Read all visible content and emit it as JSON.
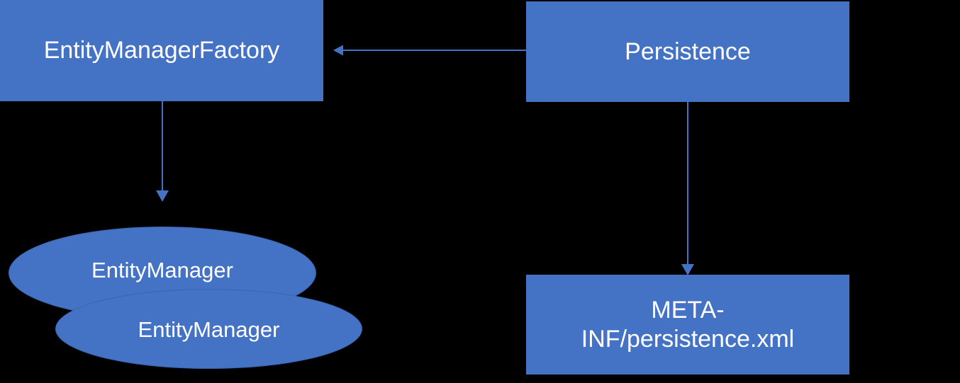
{
  "diagram": {
    "title": "JPA Persistence Bootstrap Diagram",
    "background_color": "#000000",
    "shape_fill_color": "#4472C4",
    "shape_text_color": "#FFFFFF",
    "connector_color": "#4472C4",
    "ellipse_outline_color": "#3A63AC"
  },
  "nodes": {
    "entity_manager_factory": {
      "label": "EntityManagerFactory",
      "shape": "rectangle"
    },
    "persistence": {
      "label": "Persistence",
      "shape": "rectangle"
    },
    "persistence_xml": {
      "label": "META-\nINF/persistence.xml",
      "shape": "rectangle"
    },
    "entity_manager_1": {
      "label": "EntityManager",
      "shape": "ellipse"
    },
    "entity_manager_2": {
      "label": "EntityManager",
      "shape": "ellipse"
    }
  },
  "connectors": [
    {
      "name": "persistence-to-entity-manager-factory",
      "from": "persistence",
      "to": "entity_manager_factory",
      "direction": "left",
      "style": "solid-arrow"
    },
    {
      "name": "entity-manager-factory-to-entity-manager",
      "from": "entity_manager_factory",
      "to": "entity_manager_1",
      "direction": "down",
      "style": "solid-arrow"
    },
    {
      "name": "persistence-to-persistence-xml",
      "from": "persistence",
      "to": "persistence_xml",
      "direction": "down",
      "style": "solid-arrow"
    }
  ]
}
